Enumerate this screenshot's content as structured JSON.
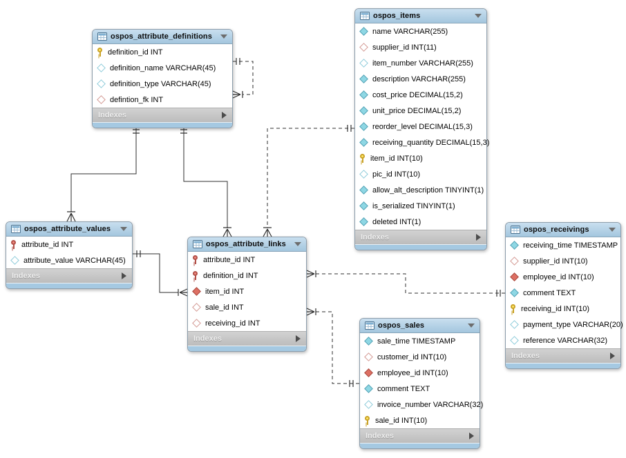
{
  "diagram": {
    "kind": "EER database diagram",
    "colors": {
      "table_header": "#a3c6de",
      "table_footer_strip": "#a5c9e2",
      "indexes_row": "#c4c4c4",
      "connector_line": "#2e2e2e",
      "primary_key_icon": "#ffe768",
      "primary_fk_key_icon": "#f08a80",
      "attribute_blue": "#8ed7e4",
      "attribute_red": "#dd6f63"
    }
  },
  "tables": [
    {
      "name": "ospos_attribute_definitions",
      "indexes_label": "Indexes",
      "columns": [
        {
          "icon": "primary-key",
          "label": "definition_id INT"
        },
        {
          "icon": "diamond-blue-outline",
          "label": "definition_name VARCHAR(45)"
        },
        {
          "icon": "diamond-blue-outline",
          "label": "definition_type VARCHAR(45)"
        },
        {
          "icon": "diamond-red-outline",
          "label": "defintion_fk INT"
        }
      ]
    },
    {
      "name": "ospos_items",
      "indexes_label": "Indexes",
      "columns": [
        {
          "icon": "diamond-blue-filled",
          "label": "name VARCHAR(255)"
        },
        {
          "icon": "diamond-red-outline",
          "label": "supplier_id INT(11)"
        },
        {
          "icon": "diamond-blue-outline",
          "label": "item_number VARCHAR(255)"
        },
        {
          "icon": "diamond-blue-filled",
          "label": "description VARCHAR(255)"
        },
        {
          "icon": "diamond-blue-filled",
          "label": "cost_price DECIMAL(15,2)"
        },
        {
          "icon": "diamond-blue-filled",
          "label": "unit_price DECIMAL(15,2)"
        },
        {
          "icon": "diamond-blue-filled",
          "label": "reorder_level DECIMAL(15,3)"
        },
        {
          "icon": "diamond-blue-filled",
          "label": "receiving_quantity DECIMAL(15,3)"
        },
        {
          "icon": "primary-key",
          "label": "item_id INT(10)"
        },
        {
          "icon": "diamond-blue-outline",
          "label": "pic_id INT(10)"
        },
        {
          "icon": "diamond-blue-filled",
          "label": "allow_alt_description TINYINT(1)"
        },
        {
          "icon": "diamond-blue-filled",
          "label": "is_serialized TINYINT(1)"
        },
        {
          "icon": "diamond-blue-filled",
          "label": "deleted INT(1)"
        }
      ]
    },
    {
      "name": "ospos_attribute_values",
      "indexes_label": "Indexes",
      "columns": [
        {
          "icon": "primary-foreign-key",
          "label": "attribute_id INT"
        },
        {
          "icon": "diamond-blue-outline",
          "label": "attribute_value VARCHAR(45)"
        }
      ]
    },
    {
      "name": "ospos_attribute_links",
      "indexes_label": "Indexes",
      "columns": [
        {
          "icon": "primary-foreign-key",
          "label": "attribute_id INT"
        },
        {
          "icon": "primary-foreign-key",
          "label": "definition_id INT"
        },
        {
          "icon": "diamond-red-filled",
          "label": "item_id INT"
        },
        {
          "icon": "diamond-red-outline",
          "label": "sale_id INT"
        },
        {
          "icon": "diamond-red-outline",
          "label": "receiving_id INT"
        }
      ]
    },
    {
      "name": "ospos_sales",
      "indexes_label": "Indexes",
      "columns": [
        {
          "icon": "diamond-blue-filled",
          "label": "sale_time TIMESTAMP"
        },
        {
          "icon": "diamond-red-outline",
          "label": "customer_id INT(10)"
        },
        {
          "icon": "diamond-red-filled",
          "label": "employee_id INT(10)"
        },
        {
          "icon": "diamond-blue-filled",
          "label": "comment TEXT"
        },
        {
          "icon": "diamond-blue-outline",
          "label": "invoice_number VARCHAR(32)"
        },
        {
          "icon": "primary-key",
          "label": "sale_id INT(10)"
        }
      ]
    },
    {
      "name": "ospos_receivings",
      "indexes_label": "Indexes",
      "columns": [
        {
          "icon": "diamond-blue-filled",
          "label": "receiving_time TIMESTAMP"
        },
        {
          "icon": "diamond-red-outline",
          "label": "supplier_id INT(10)"
        },
        {
          "icon": "diamond-red-filled",
          "label": "employee_id INT(10)"
        },
        {
          "icon": "diamond-blue-filled",
          "label": "comment TEXT"
        },
        {
          "icon": "primary-key",
          "label": "receiving_id INT(10)"
        },
        {
          "icon": "diamond-blue-outline",
          "label": "payment_type VARCHAR(20)"
        },
        {
          "icon": "diamond-blue-outline",
          "label": "reference VARCHAR(32)"
        }
      ]
    }
  ],
  "relationships": [
    {
      "from": "ospos_attribute_definitions",
      "to": "ospos_attribute_definitions",
      "line": "dashed",
      "many_end": "self defintion_fk"
    },
    {
      "from": "ospos_attribute_definitions",
      "to": "ospos_attribute_values",
      "line": "solid",
      "many_end": "ospos_attribute_values"
    },
    {
      "from": "ospos_attribute_definitions",
      "to": "ospos_attribute_links",
      "line": "solid",
      "many_end": "ospos_attribute_links"
    },
    {
      "from": "ospos_items",
      "to": "ospos_attribute_links",
      "line": "dashed",
      "many_end": "ospos_attribute_links"
    },
    {
      "from": "ospos_attribute_values",
      "to": "ospos_attribute_links",
      "line": "solid",
      "many_end": "ospos_attribute_links"
    },
    {
      "from": "ospos_receivings",
      "to": "ospos_attribute_links",
      "line": "dashed",
      "many_end": "ospos_attribute_links"
    },
    {
      "from": "ospos_sales",
      "to": "ospos_attribute_links",
      "line": "dashed",
      "many_end": "ospos_attribute_links"
    }
  ]
}
